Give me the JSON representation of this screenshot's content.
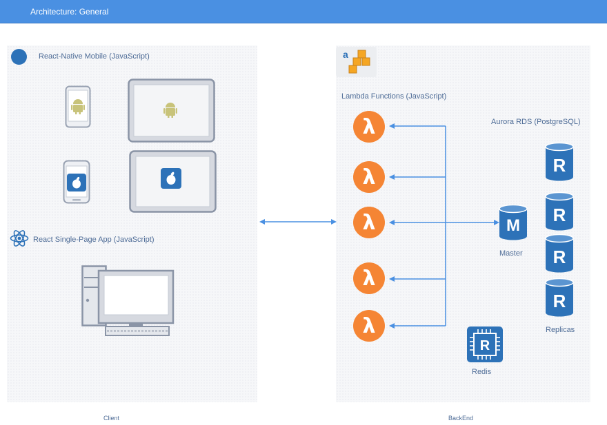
{
  "header": {
    "title": "Architecture: General"
  },
  "client": {
    "mobile_label": "React-Native Mobile (JavaScript)",
    "spa_label": "React Single-Page App (JavaScript)",
    "footer": "Client"
  },
  "backend": {
    "lambda_label": "Lambda Functions (JavaScript)",
    "aurora_label": "Aurora RDS (PostgreSQL)",
    "master_label": "Master",
    "replicas_label": "Replicas",
    "redis_label": "Redis",
    "footer": "BackEnd",
    "lambda_glyph": "λ",
    "master_glyph": "M",
    "replica_glyph": "R",
    "redis_glyph": "R",
    "aws_glyph": "a"
  },
  "colors": {
    "accent": "#4a90e2",
    "lambda_orange": "#f58534",
    "db_blue": "#2d72b8",
    "device_gray": "#8a94a6"
  },
  "icons": [
    "react-native-dot-icon",
    "android-icon",
    "apple-icon",
    "react-icon",
    "desktop-computer-icon",
    "aws-logo-icon",
    "lambda-icon",
    "database-icon",
    "redis-chip-icon"
  ]
}
